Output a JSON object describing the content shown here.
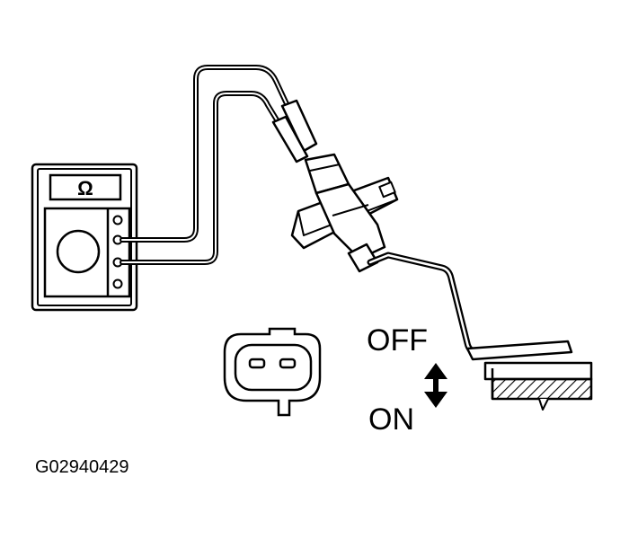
{
  "diagram": {
    "ohmmeter": {
      "display_symbol": "Ω",
      "icon": "ohmmeter-icon"
    },
    "switch_labels": {
      "off": "OFF",
      "on": "ON"
    },
    "figure_code": "G02940429",
    "colors": {
      "ink": "#000000",
      "paper": "#ffffff"
    }
  }
}
